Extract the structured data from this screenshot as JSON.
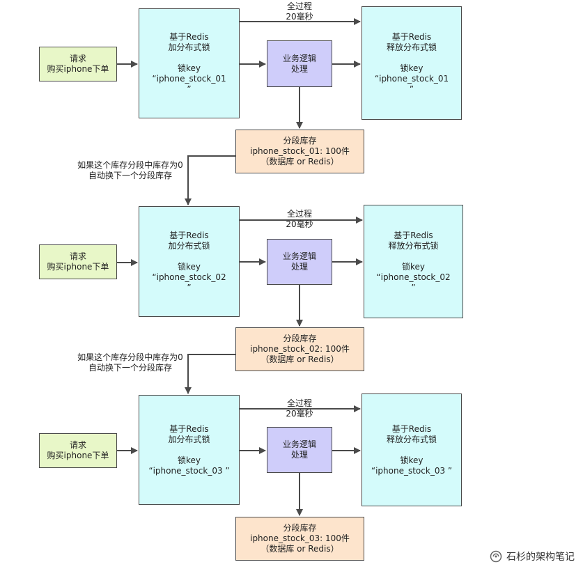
{
  "sections": [
    {
      "request": "请求\n购买iphone下单",
      "lock_acquire": "基于Redis\n加分布式锁\n\n锁key\n“iphone_stock_01\n”",
      "total_time": "全过程\n20毫秒",
      "business_logic": "业务逻辑\n处理",
      "lock_release": "基于Redis\n释放分布式锁\n\n锁key\n“iphone_stock_01\n”",
      "stock": "分段库存\niphone_stock_01: 100件\n（数据库 or Redis）",
      "switch_note": "如果这个库存分段中库存为0\n自动换下一个分段库存"
    },
    {
      "request": "请求\n购买iphone下单",
      "lock_acquire": "基于Redis\n加分布式锁\n\n锁key\n“iphone_stock_02\n”",
      "total_time": "全过程\n20毫秒",
      "business_logic": "业务逻辑\n处理",
      "lock_release": "基于Redis\n释放分布式锁\n\n锁key\n“iphone_stock_02\n”",
      "stock": "分段库存\niphone_stock_02: 100件\n（数据库 or Redis）",
      "switch_note": "如果这个库存分段中库存为0\n自动换下一个分段库存"
    },
    {
      "request": "请求\n购买iphone下单",
      "lock_acquire": "基于Redis\n加分布式锁\n\n锁key\n“iphone_stock_03 ”",
      "total_time": "全过程\n20毫秒",
      "business_logic": "业务逻辑\n处理",
      "lock_release": "基于Redis\n释放分布式锁\n\n锁key\n“iphone_stock_03 ”",
      "stock": "分段库存\niphone_stock_03: 100件\n（数据库 or Redis）"
    }
  ],
  "watermark": {
    "text": "石杉的架构笔记",
    "icon": "wechat-official-account-icon"
  },
  "colors": {
    "request_fill": "#e8f7c8",
    "lock_fill": "#d4fbfb",
    "logic_fill": "#cfcdfa",
    "stock_fill": "#fde4cc",
    "border": "#4a4a4a",
    "arrow": "#4a4a4a"
  }
}
